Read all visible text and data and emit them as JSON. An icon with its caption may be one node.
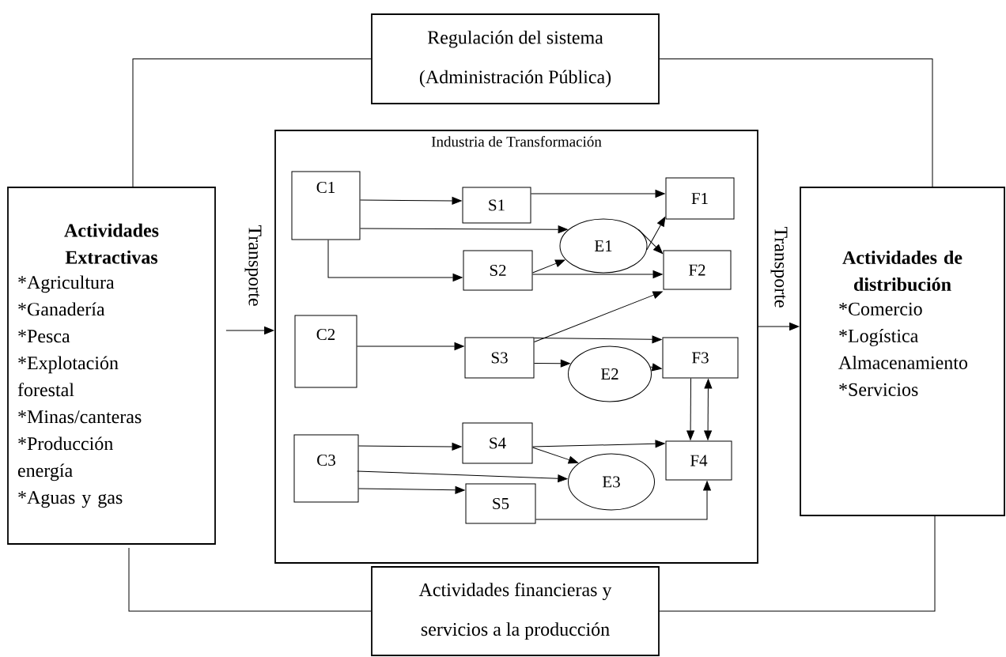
{
  "diagram": {
    "nodes": [
      {
        "text": [
          "Regulación del sistema (Administración Pública)"
        ]
      },
      {
        "text": [
          "Actividades Extractivas",
          "*Agricultura",
          "*Ganadería",
          "*Pesca",
          "*Explotación forestal",
          "*Minas/canteras",
          "*Producción energía",
          "*Aguas y gas"
        ]
      },
      {
        "text": [
          "Industria de Transformación"
        ]
      },
      {
        "text": [
          "C1"
        ],
        "in": 2
      },
      {
        "text": [
          "S1"
        ],
        "in": 2
      },
      {
        "text": [
          "F1"
        ],
        "in": 2
      },
      {
        "text": [
          "E1"
        ],
        "in": 2
      },
      {
        "text": [
          "S2"
        ],
        "in": 2
      },
      {
        "text": [
          "F2"
        ],
        "in": 2
      },
      {
        "text": [
          "C2"
        ],
        "in": 2
      },
      {
        "text": [
          "S3"
        ],
        "in": 2
      },
      {
        "text": [
          "E2"
        ],
        "in": 2
      },
      {
        "text": [
          "F3"
        ],
        "in": 2
      },
      {
        "text": [
          "C3"
        ],
        "in": 2
      },
      {
        "text": [
          "S4"
        ],
        "in": 2
      },
      {
        "text": [
          "F4"
        ],
        "in": 2
      },
      {
        "text": [
          "E3"
        ],
        "in": 2
      },
      {
        "text": [
          "S5"
        ],
        "in": 2
      },
      {
        "text": [
          "Actividades de distribución",
          "*Comercio",
          "*Logística",
          "Almacenamiento",
          "*Servicios"
        ]
      },
      {
        "text": [
          "Actividades financieras y servicios a la producción"
        ]
      }
    ],
    "edges": [
      {
        "from": 0,
        "to": 1,
        "arrow": "none"
      },
      {
        "from": 0,
        "to": 18,
        "arrow": "none"
      },
      {
        "from": 19,
        "to": 1,
        "arrow": "none"
      },
      {
        "from": 19,
        "to": 18,
        "arrow": "none"
      },
      {
        "from": 1,
        "to": 2,
        "arrow": "to",
        "label": "Transporte"
      },
      {
        "from": 2,
        "to": 18,
        "arrow": "to",
        "label": "Transporte"
      },
      {
        "from": 3,
        "to": 4,
        "arrow": "to"
      },
      {
        "from": 3,
        "to": 6,
        "arrow": "to"
      },
      {
        "from": 3,
        "to": 7,
        "arrow": "to"
      },
      {
        "from": 4,
        "to": 5,
        "arrow": "to"
      },
      {
        "from": 7,
        "to": 6,
        "arrow": "to"
      },
      {
        "from": 7,
        "to": 8,
        "arrow": "to"
      },
      {
        "from": 6,
        "to": 5,
        "arrow": "to"
      },
      {
        "from": 6,
        "to": 8,
        "arrow": "to"
      },
      {
        "from": 9,
        "to": 10,
        "arrow": "to"
      },
      {
        "from": 10,
        "to": 8,
        "arrow": "to"
      },
      {
        "from": 10,
        "to": 12,
        "arrow": "to"
      },
      {
        "from": 10,
        "to": 11,
        "arrow": "to"
      },
      {
        "from": 11,
        "to": 12,
        "arrow": "to"
      },
      {
        "from": 12,
        "to": 15,
        "arrow": "to"
      },
      {
        "from": 12,
        "to": 15,
        "arrow": "both"
      },
      {
        "from": 13,
        "to": 14,
        "arrow": "to"
      },
      {
        "from": 13,
        "to": 16,
        "arrow": "to"
      },
      {
        "from": 13,
        "to": 17,
        "arrow": "to"
      },
      {
        "from": 14,
        "to": 15,
        "arrow": "to"
      },
      {
        "from": 14,
        "to": 16,
        "arrow": "to"
      },
      {
        "from": 17,
        "to": 15,
        "arrow": "to"
      }
    ]
  }
}
